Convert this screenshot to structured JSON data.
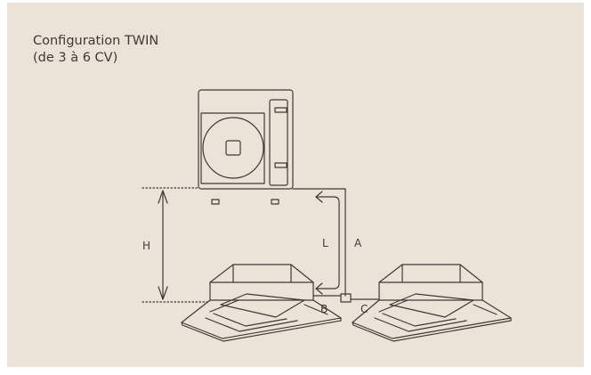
{
  "title": {
    "line1": "Configuration TWIN",
    "line2": "(de 3 à 6 CV)"
  },
  "labels": {
    "height": "H",
    "pipe_length": "L",
    "segment_a": "A",
    "segment_b": "B",
    "segment_c": "C"
  },
  "colors": {
    "background": "#ebe3d7",
    "line": "#3d3a36"
  }
}
